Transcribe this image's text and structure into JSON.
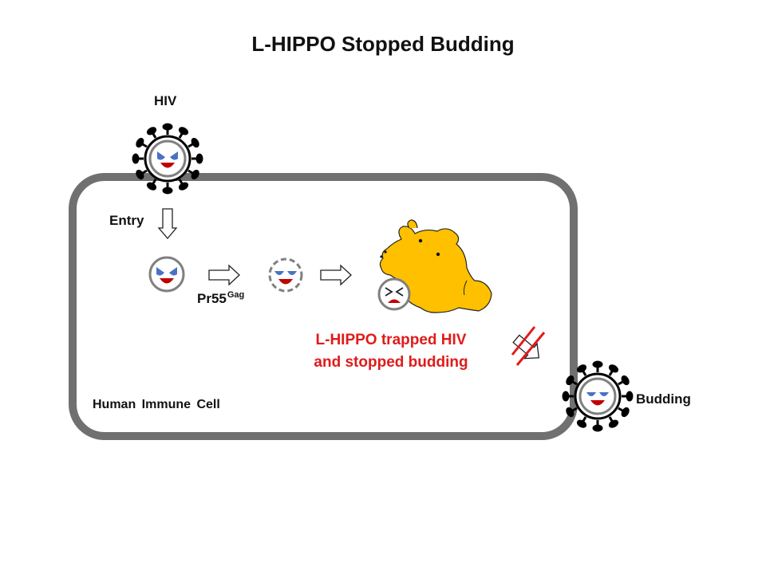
{
  "title": "L-HIPPO Stopped Budding",
  "labels": {
    "hiv": "HIV",
    "entry": "Entry",
    "pr55_main": "Pr55",
    "pr55_sup": "Gag",
    "cell": "Human Immune Cell",
    "budding": "Budding",
    "trapped_line1": "L-HIPPO trapped HIV",
    "trapped_line2": "and stopped budding"
  },
  "colors": {
    "cell_border": "#707070",
    "virus_spikes": "#000000",
    "virus_ring": "#808080",
    "eyes": "#4a72c4",
    "mouth": "#c00000",
    "hippo": "#ffc000",
    "highlight_text": "#e01b1b"
  },
  "icons": [
    "hiv-virus-icon",
    "arrow-down-icon",
    "arrow-right-icon",
    "hippo-icon",
    "blocked-arrow-icon"
  ]
}
